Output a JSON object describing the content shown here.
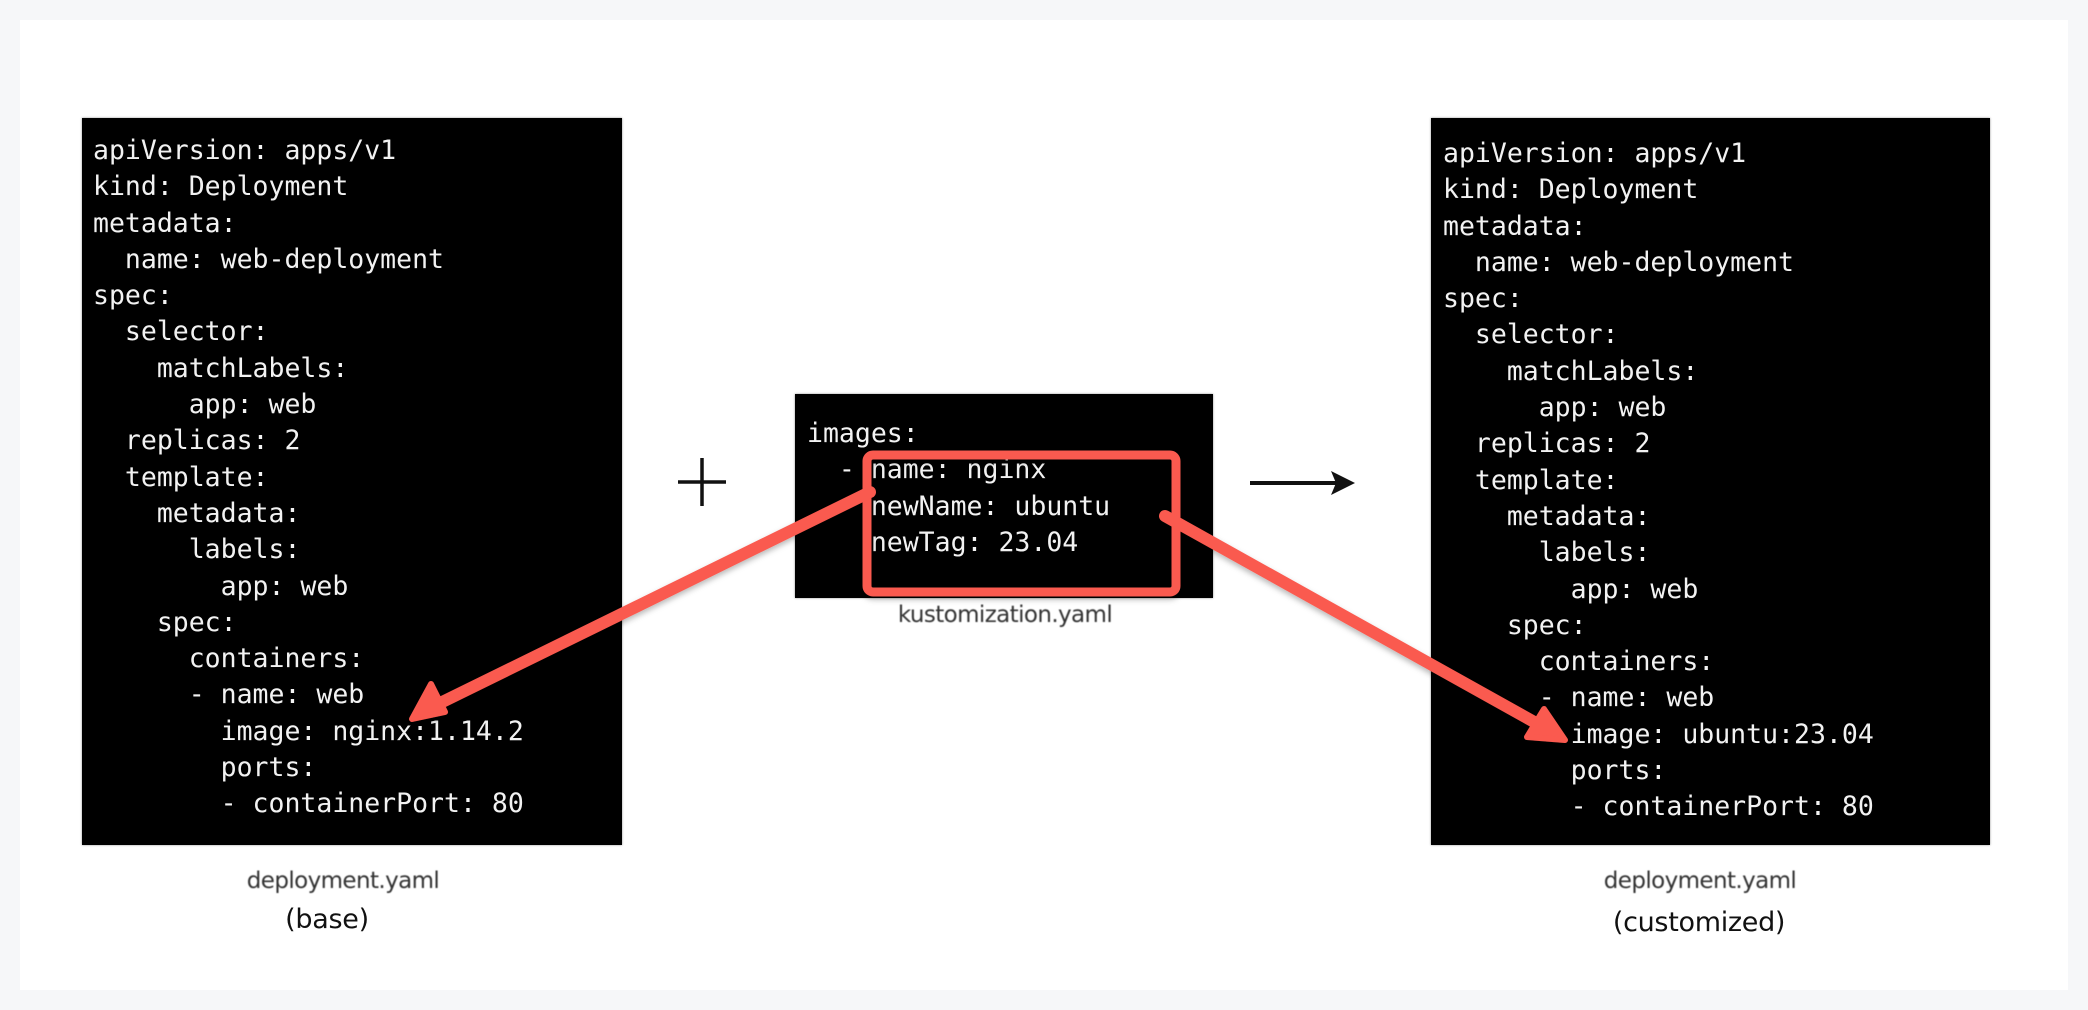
{
  "diagram": {
    "type": "kustomize-image-override",
    "operator_plus": "+",
    "operator_arrow": "→",
    "colors": {
      "page_background": "#f6f7f9",
      "card_background": "#ffffff",
      "code_background": "#000000",
      "code_text": "#f2f2f2",
      "highlight": "#fa5a50",
      "operator": "#111111"
    }
  },
  "base": {
    "filename": "deployment.yaml",
    "subtitle": "(base)",
    "lines": [
      "apiVersion: apps/v1",
      "kind: Deployment",
      "metadata:",
      "  name: web-deployment",
      "spec:",
      "  selector:",
      "    matchLabels:",
      "      app: web",
      "  replicas: 2",
      "  template:",
      "    metadata:",
      "      labels:",
      "        app: web",
      "    spec:",
      "      containers:",
      "      - name: web",
      "        image: nginx:1.14.2",
      "        ports:",
      "        - containerPort: 80"
    ]
  },
  "kustomization": {
    "filename": "kustomization.yaml",
    "lines": [
      "images:",
      "  - name: nginx",
      "    newName: ubuntu",
      "    newTag: 23.04"
    ]
  },
  "customized": {
    "filename": "deployment.yaml",
    "subtitle": "(customized)",
    "lines": [
      "apiVersion: apps/v1",
      "kind: Deployment",
      "metadata:",
      "  name: web-deployment",
      "spec:",
      "  selector:",
      "    matchLabels:",
      "      app: web",
      "  replicas: 2",
      "  template:",
      "    metadata:",
      "      labels:",
      "        app: web",
      "    spec:",
      "      containers:",
      "      - name: web",
      "        image: ubuntu:23.04",
      "        ports:",
      "        - containerPort: 80"
    ]
  }
}
